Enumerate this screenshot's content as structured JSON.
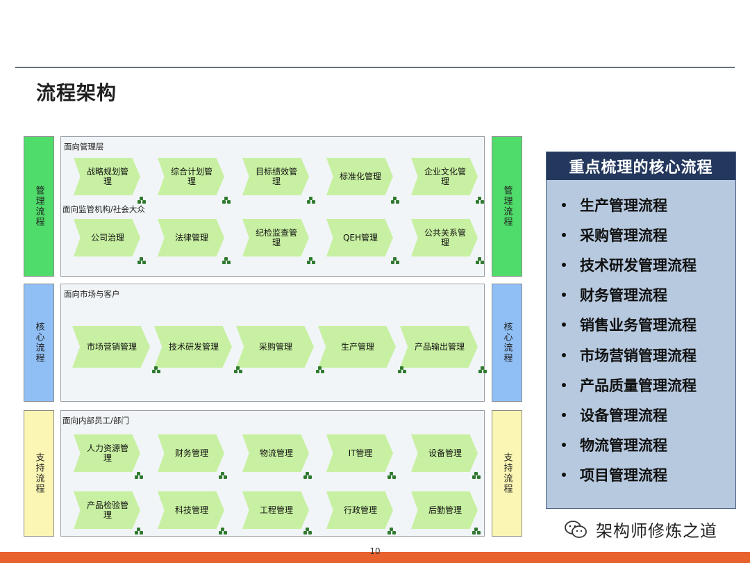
{
  "page": {
    "title": "流程架构",
    "page_number": "10"
  },
  "side_labels": {
    "management": "管理流程",
    "core": "核心流程",
    "support": "支持流程"
  },
  "layers": {
    "mgmt_top": {
      "label": "面向管理层",
      "processes": [
        "战略规划管理",
        "综合计划管理",
        "目标绩效管理",
        "标准化管理",
        "企业文化管理"
      ]
    },
    "mgmt_bottom": {
      "label": "面向监管机构/社会大众",
      "processes": [
        "公司治理",
        "法律管理",
        "纪检监查管理",
        "QEH管理",
        "公共关系管理"
      ]
    },
    "core": {
      "label": "面向市场与客户",
      "processes": [
        "市场营销管理",
        "技术研发管理",
        "采购管理",
        "生产管理",
        "产品输出管理"
      ]
    },
    "support_top": {
      "label": "面向内部员工/部门",
      "processes": [
        "人力资源管理",
        "财务管理",
        "物流管理",
        "IT管理",
        "设备管理"
      ]
    },
    "support_bottom": {
      "processes": [
        "产品检验管理",
        "科技管理",
        "工程管理",
        "行政管理",
        "后勤管理"
      ]
    }
  },
  "key_processes": {
    "title": "重点梳理的核心流程",
    "items": [
      "生产管理流程",
      "采购管理流程",
      "技术研发管理流程",
      "财务管理流程",
      "销售业务管理流程",
      "市场营销管理流程",
      "产品质量管理流程",
      "设备管理流程",
      "物流管理流程",
      "项目管理流程"
    ]
  },
  "watermark": {
    "text": "架构师修炼之道",
    "icon": "wechat-icon"
  },
  "colors": {
    "management": "#4fdc6a",
    "core": "#8fbff5",
    "support": "#fbf6b4",
    "process": "#c8f0a2",
    "key_header": "#24385e",
    "key_body": "#b7c9df",
    "accent_bar": "#e8622e"
  }
}
